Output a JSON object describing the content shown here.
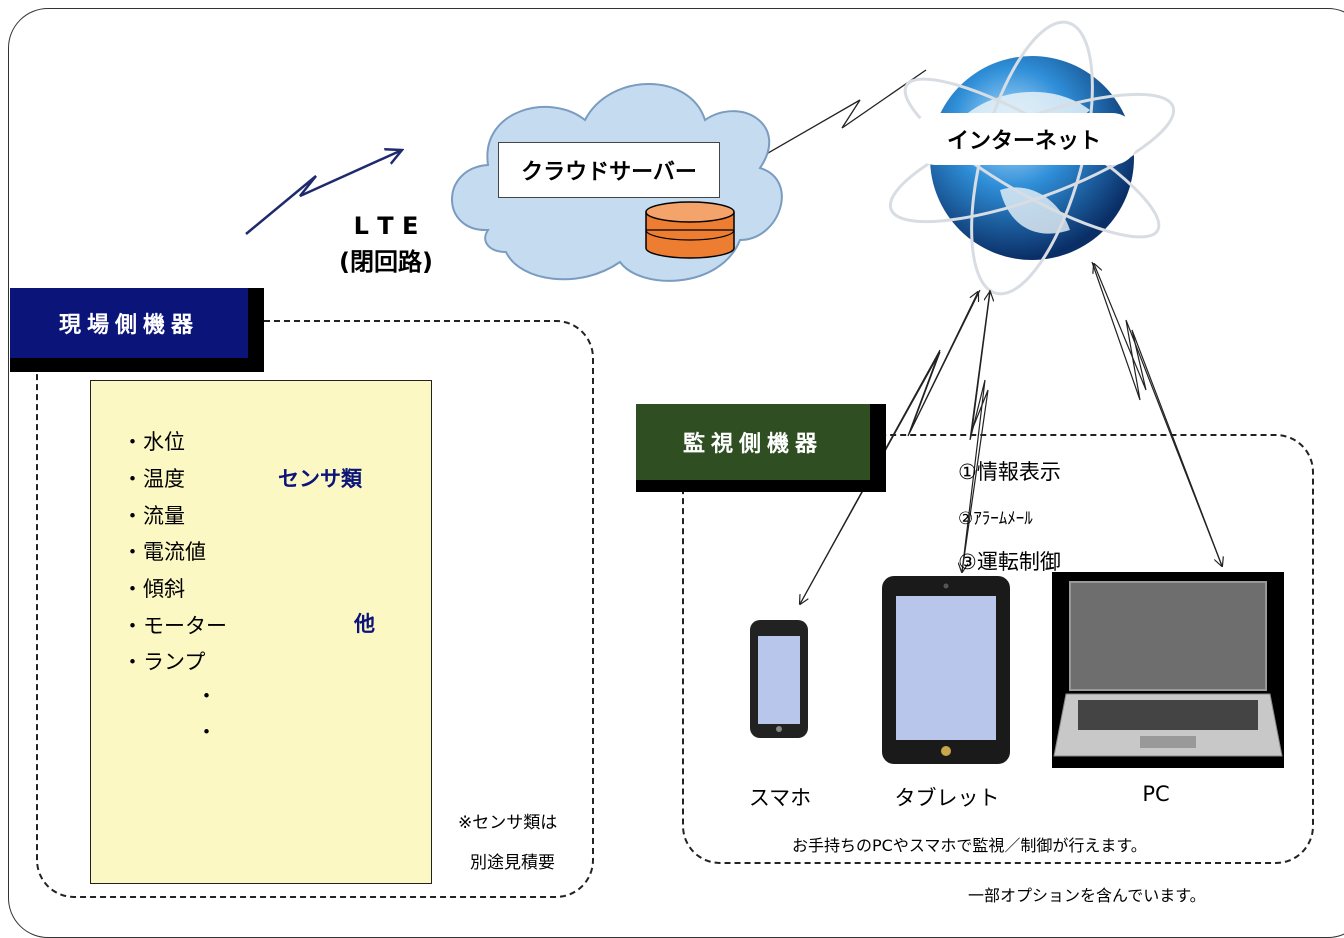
{
  "cloud": {
    "label": "クラウドサーバー"
  },
  "internet": {
    "label": "インターネット"
  },
  "lte": {
    "line1": "L T E",
    "line2": "(閉回路)"
  },
  "field_section": {
    "title": "現場側機器",
    "sensors": [
      "・水位",
      "・温度",
      "・流量"
    ],
    "others": [
      "・電流値",
      "・傾斜",
      "・モーター",
      "・ランプ"
    ],
    "dot1": "・",
    "dot2": "・",
    "sensor_group_label": "センサ類",
    "other_group_label": "他",
    "note_line1": "※センサ類は",
    "note_line2": "別途見積要",
    "icons": [
      "water-level-icon",
      "thermometer-icon",
      "flow-icon"
    ]
  },
  "monitor_section": {
    "title": "監視側機器",
    "options": [
      "①情報表示",
      "②ｱﾗｰﾑﾒｰﾙ",
      "③運転制御"
    ],
    "devices": [
      "スマホ",
      "タブレット",
      "PC"
    ],
    "caption": "お手持ちのPCやスマホで監視／制御が行えます。"
  },
  "footnote": "一部オプションを含んでいます。",
  "colors": {
    "field_title_bg": "#0b1478",
    "monitor_title_bg": "#2f4f22",
    "sensor_panel_bg": "#fbf8c4",
    "sensor_bracket": "#c00000",
    "other_bracket": "#2e75c8",
    "group_label": "#0b1478",
    "cloud_fill": "#c5dbef",
    "db_fill": "#ed7d31",
    "lte_arrow": "#1f2a6e"
  }
}
